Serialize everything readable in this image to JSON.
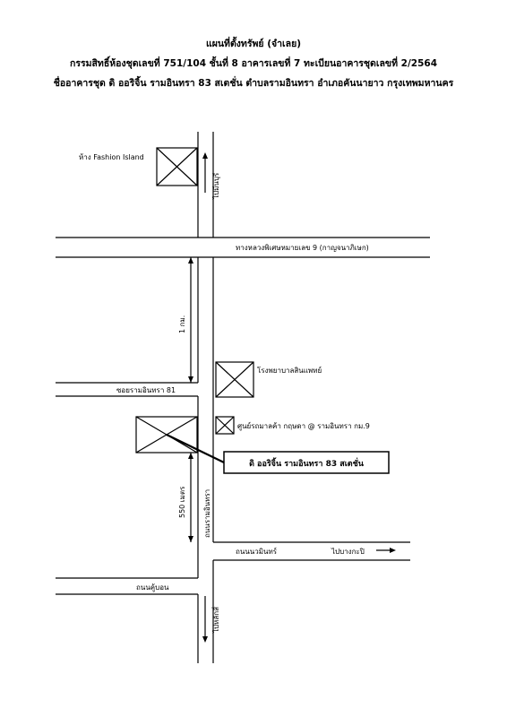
{
  "header": {
    "title": "แผนที่ตั้งทรัพย์ (จำเลย)",
    "line2": "กรรมสิทธิ์ห้องชุดเลขที่ 751/104  ชั้นที่ 8  อาคารเลขที่ 7  ทะเบียนอาคารชุดเลขที่ 2/2564",
    "line3": "ชื่ออาคารชุด ดิ ออริจิ้น รามอินทรา 83 สเตชั่น ตำบลรามอินทรา อำเภอคันนายาว กรุงเทพมหานคร"
  },
  "map": {
    "mall_label": "ห้าง Fashion Island",
    "to_minburi": "ไปมีนบุรี",
    "highway_label": "ทางหลวงพิเศษหมายเลข 9 (กาญจนาภิเษก)",
    "distance_1km": "1 กม.",
    "hospital_label": "โรงพยาบาลสินแพทย์",
    "soi_label": "ซอยรามอินทรา 81",
    "market_label": "ศูนย์รถมาลค้า กฤษดา @ รามอินทรา กม.9",
    "property_label": "ดิ ออริจิ้น รามอินทรา 83 สเตชั่น",
    "distance_550m": "550 เมตร",
    "ramintra_road": "ถนนรามอินทรา",
    "nawamin_road": "ถนนนวมินทร์",
    "to_bangkapi": "ไปบางกะปิ",
    "khubon_road": "ถนนคู้บอน",
    "to_bangkhen": "ไปหลักสี่"
  },
  "colors": {
    "line": "#000000",
    "background": "#ffffff"
  }
}
